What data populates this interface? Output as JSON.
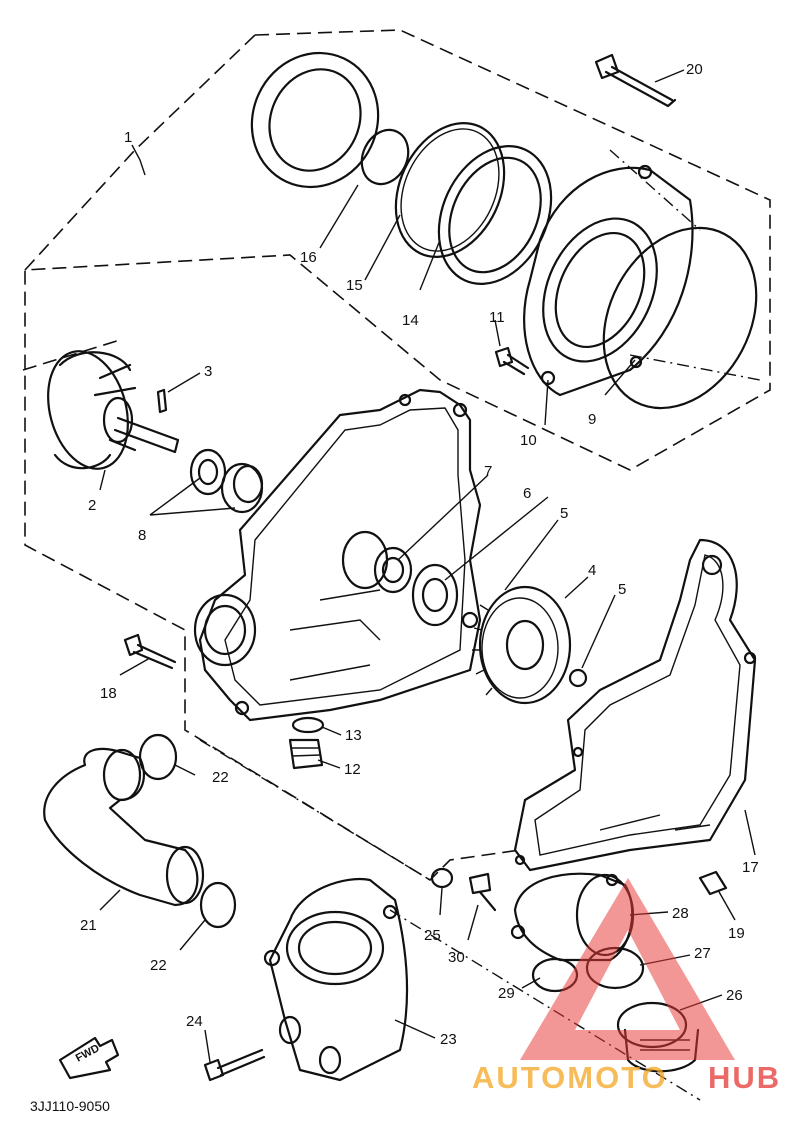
{
  "diagram_code": "3JJ110-9050",
  "fwd_label": "FWD",
  "watermark": {
    "part1": "AUTOMOTO",
    "part2": "HUB",
    "color_orange": "#f5a623",
    "color_red": "#e53935"
  },
  "callouts": [
    "1",
    "2",
    "3",
    "4",
    "5",
    "5",
    "6",
    "7",
    "8",
    "9",
    "10",
    "11",
    "12",
    "13",
    "14",
    "15",
    "16",
    "17",
    "18",
    "19",
    "20",
    "21",
    "22",
    "22",
    "23",
    "24",
    "25",
    "26",
    "27",
    "28",
    "29",
    "30"
  ]
}
